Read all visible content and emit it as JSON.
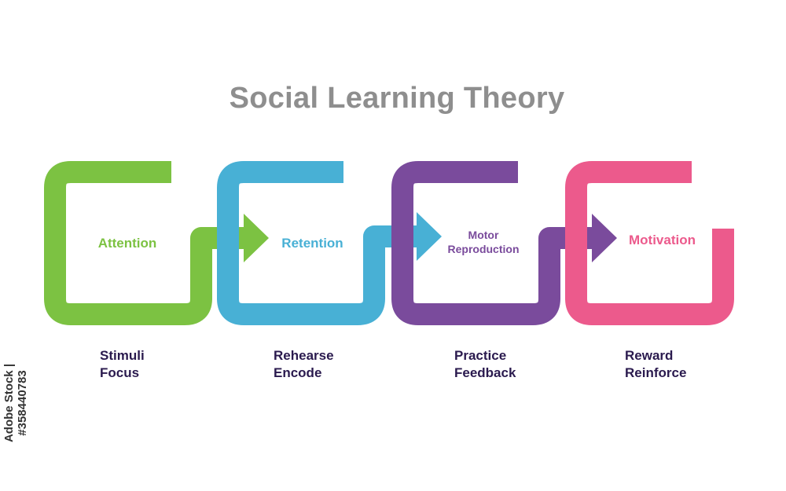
{
  "title": "Social Learning Theory",
  "colors": {
    "attention": "#7cc242",
    "retention": "#48b0d5",
    "reproduction": "#7a4b9c",
    "motivation": "#ec5a8c",
    "title": "#8e8e8e",
    "description": "#2a1a4e"
  },
  "stages": [
    {
      "label": "Attention",
      "desc1": "Stimuli",
      "desc2": "Focus"
    },
    {
      "label_line1": "Motor",
      "label_line2": "Reproduction"
    },
    {
      "label": "Retention",
      "desc1": "Rehearse",
      "desc2": "Encode"
    },
    {
      "label": "Motivation",
      "desc1": "Reward",
      "desc2": "Reinforce"
    }
  ],
  "reproduction_desc": {
    "desc1": "Practice",
    "desc2": "Feedback"
  },
  "watermark": "Adobe Stock | #358440783"
}
